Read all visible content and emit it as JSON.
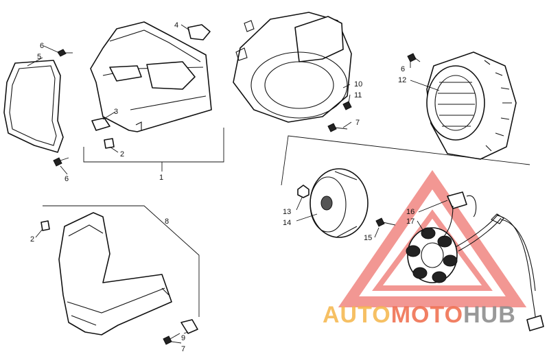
{
  "parts": {
    "p1": "1",
    "p2a": "2",
    "p2b": "2",
    "p3": "3",
    "p4": "4",
    "p5": "5",
    "p6a": "6",
    "p6b": "6",
    "p6c": "6",
    "p7a": "7",
    "p7b": "7",
    "p8": "8",
    "p9": "9",
    "p10": "10",
    "p11": "11",
    "p12": "12",
    "p13": "13",
    "p14": "14",
    "p15": "15",
    "p16": "16",
    "p17": "17"
  },
  "watermark": {
    "text": "AUTOMOTOHUB",
    "color_auto": "#f5b64a",
    "color_moto": "#ef6a4a",
    "color_hub": "#888888",
    "triangle_color": "#e8433b"
  }
}
